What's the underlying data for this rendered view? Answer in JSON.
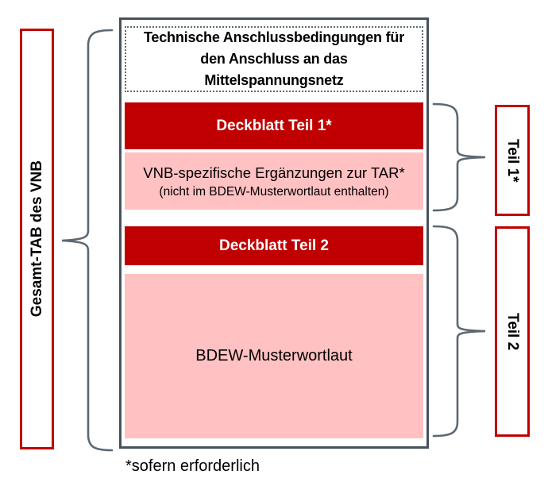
{
  "colors": {
    "dark_red": "#c00000",
    "light_pink": "#ffc1c2",
    "frame_gray": "#47525c",
    "brace_gray": "#5c6872"
  },
  "left_panel": {
    "label": "Gesamt-TAB des VNB"
  },
  "document": {
    "title_lines": [
      "Technische Anschlussbedingungen für",
      "den Anschluss an das",
      "Mittelspannungsnetz"
    ],
    "cover1_label": "Deckblatt Teil 1*",
    "supplement": {
      "line_main": "VNB-spezifische Ergänzungen zur TAR*",
      "line_sub": "(nicht im BDEW-Musterwortlaut enthalten)"
    },
    "cover2_label": "Deckblatt Teil 2",
    "body_label": "BDEW-Musterwortlaut"
  },
  "right_panel": {
    "teil1_label": "Teil 1*",
    "teil2_label": "Teil 2"
  },
  "footnote": "*sofern erforderlich"
}
